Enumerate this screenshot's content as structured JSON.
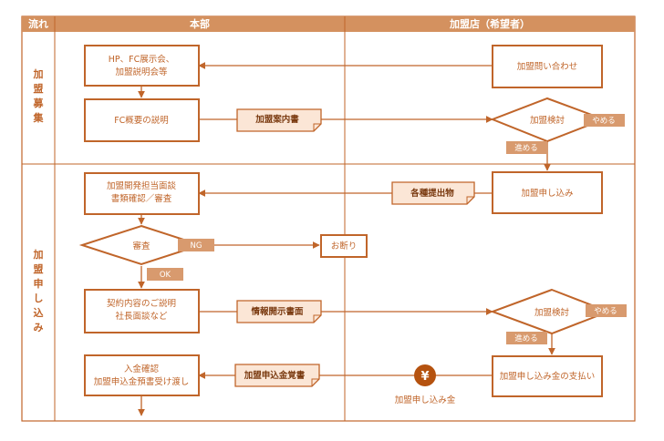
{
  "header": {
    "flow": "流れ",
    "hq": "本部",
    "store": "加盟店（希望者）"
  },
  "lanes": {
    "recruit": [
      "加",
      "盟",
      "募",
      "集"
    ],
    "apply": [
      "加",
      "盟",
      "申",
      "し",
      "込",
      "み"
    ]
  },
  "nodes": {
    "hp_events": [
      "HP、FC展示会、",
      "加盟説明会等"
    ],
    "inquiry": "加盟問い合わせ",
    "fc_explain": "FC概要の説明",
    "consider1": "加盟検討",
    "apply": "加盟申し込み",
    "interview": [
      "加盟開発担当面談",
      "書類確認／審査"
    ],
    "review": "審査",
    "decline": "お断り",
    "contract": [
      "契約内容のご説明",
      "社長面談など"
    ],
    "consider2": "加盟検討",
    "receipt": [
      "入金確認",
      "加盟申込金預書受け渡し"
    ],
    "pay": "加盟申し込み金の支払い"
  },
  "docs": {
    "guide": "加盟案内書",
    "submissions": "各種提出物",
    "disclosure": "情報開示書面",
    "receipt_doc": "加盟申込金覚書"
  },
  "tags": {
    "stop": "やめる",
    "proceed": "進める",
    "ng": "NG",
    "ok": "OK"
  },
  "money": {
    "symbol": "¥",
    "label": "加盟申し込み金"
  },
  "colors": {
    "accent": "#c0652a",
    "header_fill": "#d4915f",
    "tag_fill": "#d89a6e",
    "doc_fill": "#fbe6d6"
  }
}
